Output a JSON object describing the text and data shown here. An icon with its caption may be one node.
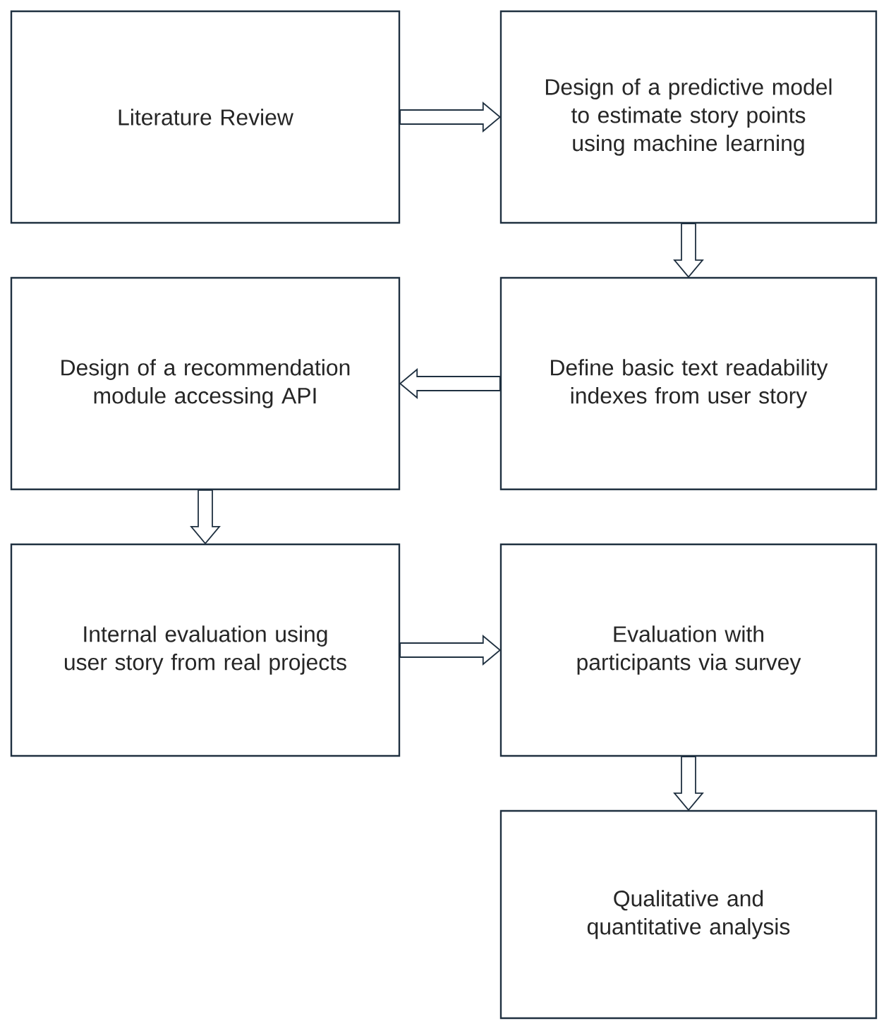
{
  "diagram": {
    "nodes": [
      {
        "text": [
          "Literature Review"
        ]
      },
      {
        "text": [
          "Design of a predictive model to estimate story points using machine learning"
        ]
      },
      {
        "text": [
          "Define basic text readability indexes from user story"
        ]
      },
      {
        "text": [
          "Design of a recommendation module accessing API"
        ]
      },
      {
        "text": [
          "Internal evaluation using user story from real projects"
        ]
      },
      {
        "text": [
          "Evaluation with participants via survey"
        ]
      },
      {
        "text": [
          "Qualitative and quantitative analysis"
        ]
      }
    ],
    "edges": [
      {
        "from": 0,
        "to": 1,
        "arrow": "to"
      },
      {
        "from": 1,
        "to": 2,
        "arrow": "to"
      },
      {
        "from": 2,
        "to": 3,
        "arrow": "to"
      },
      {
        "from": 3,
        "to": 4,
        "arrow": "to"
      },
      {
        "from": 4,
        "to": 5,
        "arrow": "to"
      },
      {
        "from": 5,
        "to": 6,
        "arrow": "to"
      }
    ]
  }
}
